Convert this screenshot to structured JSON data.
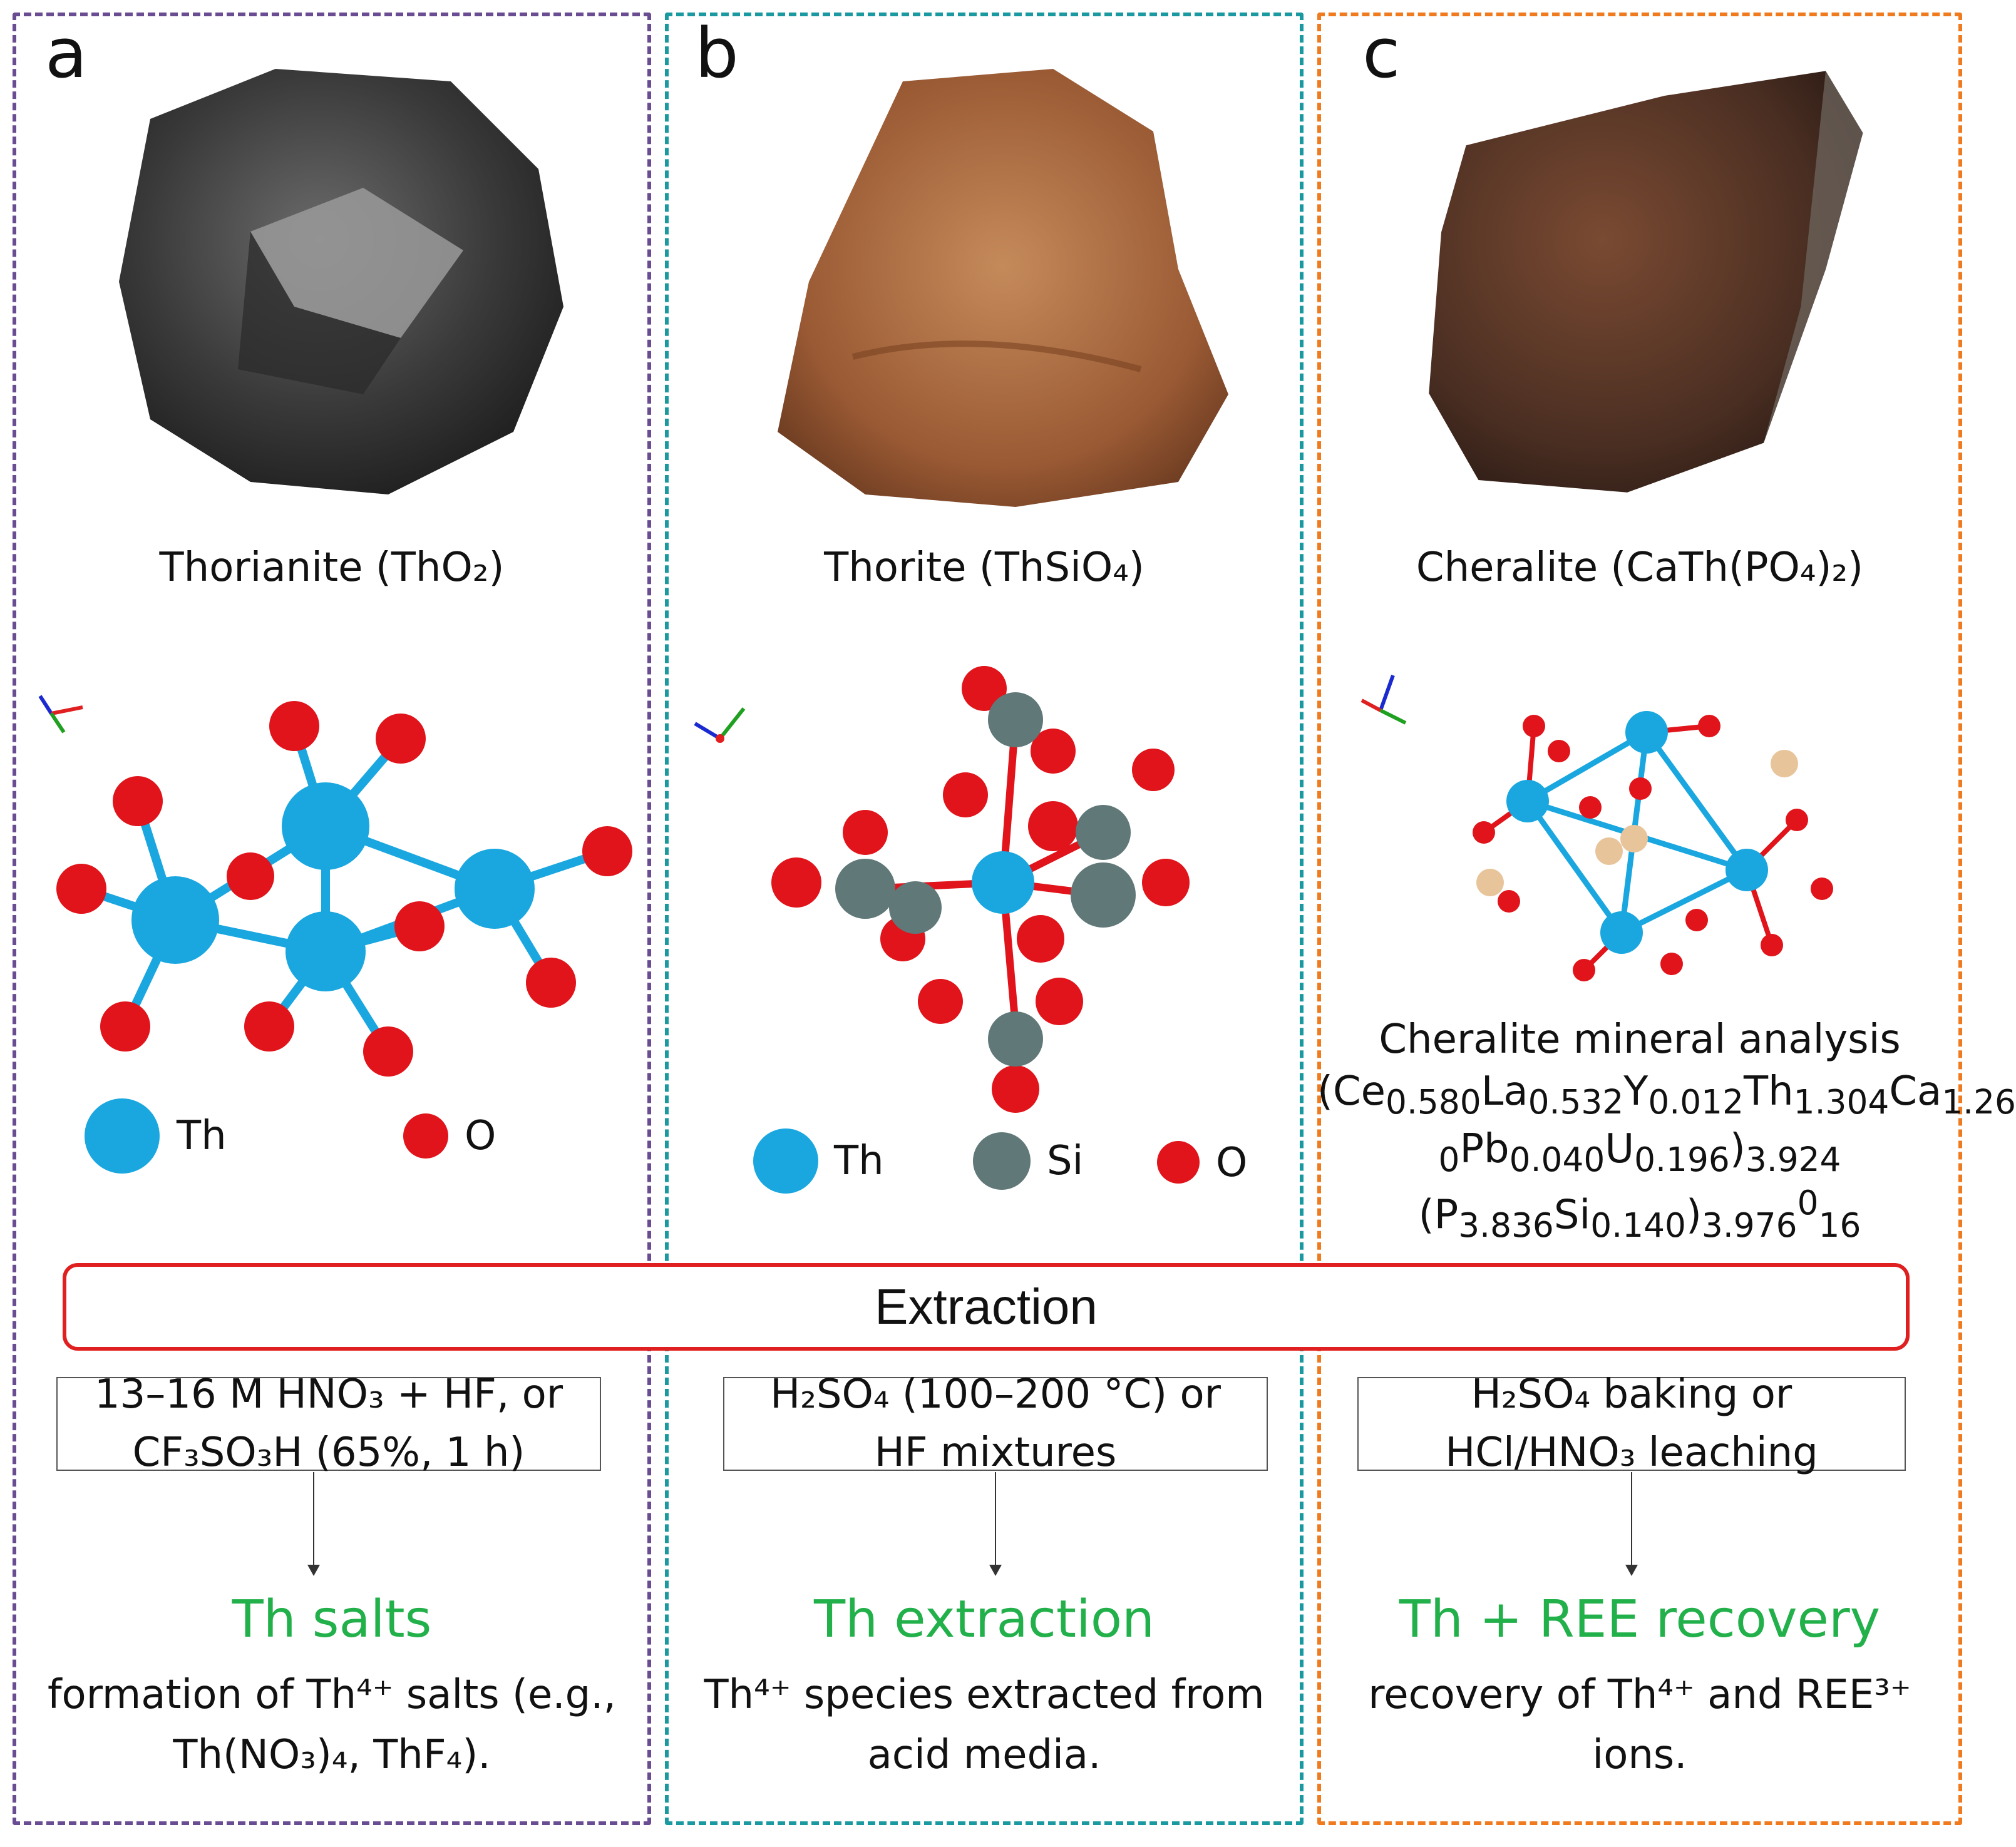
{
  "colors": {
    "panel_a": "#6a4c93",
    "panel_b": "#1a9aa0",
    "panel_c": "#f07a1e",
    "extraction_border": "#e02020",
    "outcome_text": "#22b04a",
    "th_atom": "#1aa7e0",
    "o_atom": "#e0141a",
    "si_atom": "#607878",
    "p_atom": "#e8c49a"
  },
  "panels": [
    {
      "letter": "a",
      "mineral": "Thorianite (ThO₂)",
      "legend": [
        "Th",
        "O"
      ],
      "conditions": [
        "13–16 M HNO₃ + HF, or",
        "CF₃SO₃H (65%, 1 h)"
      ],
      "outcome": "Th salts",
      "description": [
        "formation of Th⁴⁺ salts (e.g.,",
        "Th(NO₃)₄, ThF₄)."
      ]
    },
    {
      "letter": "b",
      "mineral": "Thorite (ThSiO₄)",
      "legend": [
        "Th",
        "Si",
        "O"
      ],
      "conditions": [
        "H₂SO₄ (100–200 °C) or",
        "HF mixtures"
      ],
      "outcome": "Th extraction",
      "description": [
        "Th⁴⁺ species extracted from",
        "acid media."
      ]
    },
    {
      "letter": "c",
      "mineral": "Cheralite (CaTh(PO₄)₂)",
      "conditions": [
        "H₂SO₄ baking or",
        "HCl/HNO₃ leaching"
      ],
      "outcome": "Th + REE recovery",
      "description": [
        "recovery of Th⁴⁺ and REE³⁺",
        "ions."
      ]
    }
  ],
  "cheralite_analysis": {
    "title": "Cheralite mineral analysis",
    "line1": "(Ce0.580La0.532Y0.012Th1.304Ca1.26",
    "line2": "0Pb0.040U0.196)3.924",
    "line3": "(P3.836Si0.140)3.97616"
  },
  "extraction_label": "Extraction",
  "icons": [
    "thorianite-rock-image",
    "thorite-rock-image",
    "cheralite-rock-image",
    "axis-triad-icon"
  ]
}
